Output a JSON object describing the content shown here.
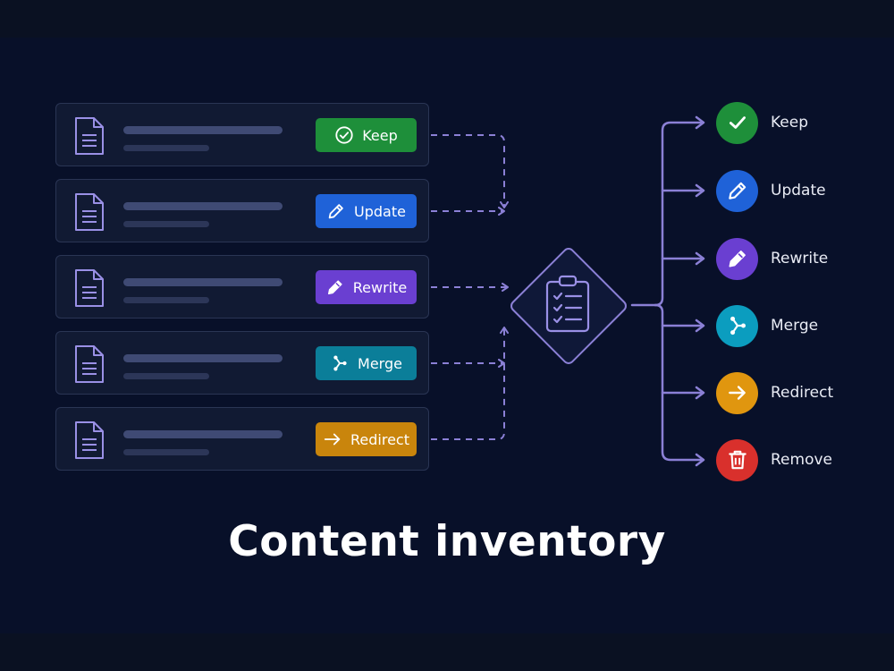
{
  "title": "Content inventory",
  "colors": {
    "background": "#081029",
    "connector": "#8b80d6",
    "keep": "#1e8f3a",
    "update": "#1f62d8",
    "rewrite": "#6a3fd1",
    "merge": "#0b7e99",
    "redirect": "#c9850c",
    "remove": "#d9302c"
  },
  "documents": [
    {
      "badge_label": "Keep",
      "badge_icon": "check-circle-icon"
    },
    {
      "badge_label": "Update",
      "badge_icon": "pencil-icon"
    },
    {
      "badge_label": "Rewrite",
      "badge_icon": "pencil-icon"
    },
    {
      "badge_label": "Merge",
      "badge_icon": "merge-icon"
    },
    {
      "badge_label": "Redirect",
      "badge_icon": "arrow-right-icon"
    }
  ],
  "center_icon": "clipboard-checklist-icon",
  "actions": [
    {
      "label": "Keep",
      "icon": "check-icon"
    },
    {
      "label": "Update",
      "icon": "pencil-icon"
    },
    {
      "label": "Rewrite",
      "icon": "pencil-icon"
    },
    {
      "label": "Merge",
      "icon": "merge-icon"
    },
    {
      "label": "Redirect",
      "icon": "arrow-right-icon"
    },
    {
      "label": "Remove",
      "icon": "trash-icon"
    }
  ]
}
